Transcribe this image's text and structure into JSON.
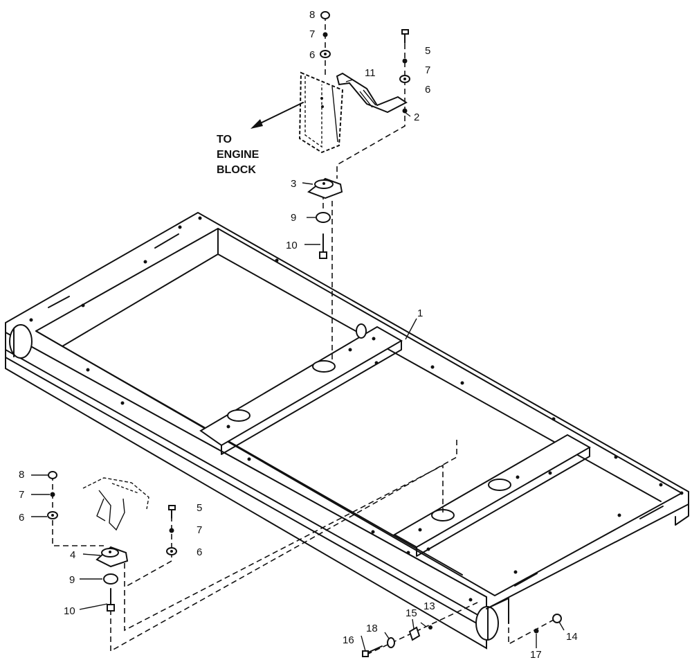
{
  "note": {
    "lines": [
      "TO",
      "ENGINE",
      "BLOCK"
    ]
  },
  "callouts": {
    "frame": "1",
    "stud_upper": "2",
    "mount_upper": "3",
    "mount_lower": "4",
    "screw_upper": "5",
    "washer_upper_top": "6",
    "lockwasher_upper_top": "7",
    "nut_upper_top": "8",
    "washer_upper_mid": "9",
    "bolt_upper": "10",
    "bracket": "11",
    "washer_upper_right": "6",
    "lockwasher_upper_right": "7",
    "nut_lower_left": "8",
    "lockwasher_lower_left": "7",
    "washer_lower_left": "6",
    "screw_lower": "5",
    "lockwasher_lower_right": "7",
    "washer_lower_right": "6",
    "washer_lower_mid": "9",
    "bolt_lower": "10",
    "part_13": "13",
    "part_14": "14",
    "part_15": "15",
    "part_16": "16",
    "part_17": "17",
    "part_18": "18"
  }
}
